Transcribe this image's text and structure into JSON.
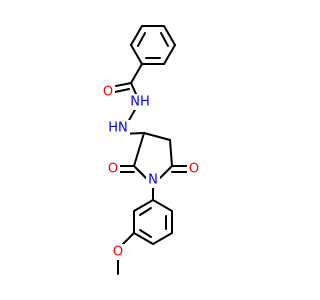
{
  "molecule": {
    "labels": {
      "carbonyl_o_amide": "O",
      "hydrazide_nh_upper": "NH",
      "hydrazide_nh_lower": "HN",
      "ring_o_left": "O",
      "ring_o_right": "O",
      "ring_n": "N",
      "methoxy_o": "O"
    },
    "colors": {
      "bond": "#000000",
      "oxygen": "#ff0000",
      "nitrogen": "#0000ff"
    }
  }
}
